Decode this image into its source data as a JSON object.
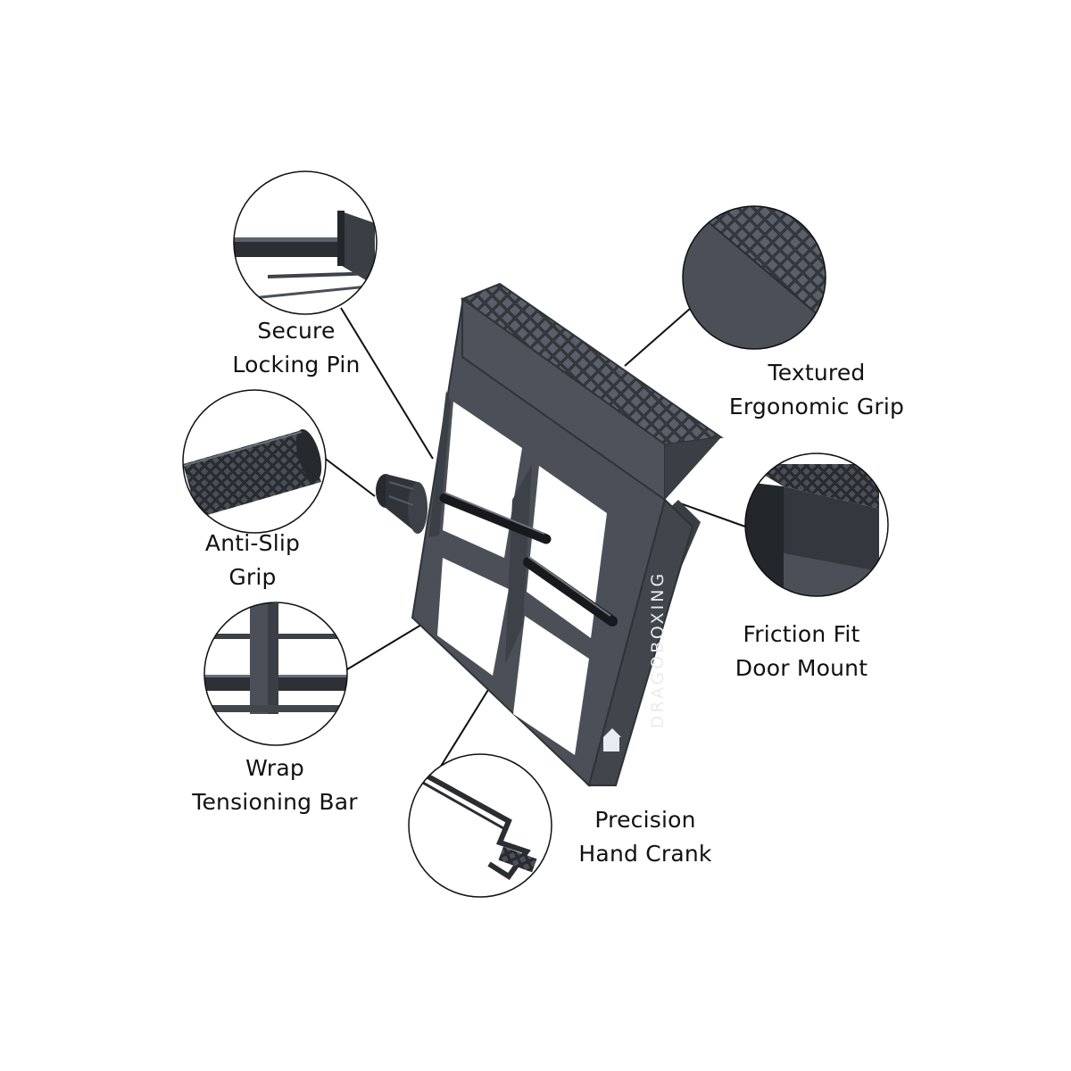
{
  "features": {
    "locking_pin": {
      "line1": "Secure",
      "line2": "Locking Pin"
    },
    "anti_slip": {
      "line1": "Anti-Slip",
      "line2": "Grip"
    },
    "tension_bar": {
      "line1": "Wrap",
      "line2": "Tensioning Bar"
    },
    "textured_grip": {
      "line1": "Textured",
      "line2": "Ergonomic Grip"
    },
    "friction_mount": {
      "line1": "Friction Fit",
      "line2": "Door Mount"
    },
    "hand_crank": {
      "line1": "Precision",
      "line2": "Hand Crank"
    }
  },
  "product": {
    "brand": "DRAGOBOXING"
  },
  "colors": {
    "body": "#4b5058",
    "body_dark": "#31353c",
    "body_light": "#6a7079",
    "rod": "#1b1d21",
    "callout_line": "#111111"
  }
}
